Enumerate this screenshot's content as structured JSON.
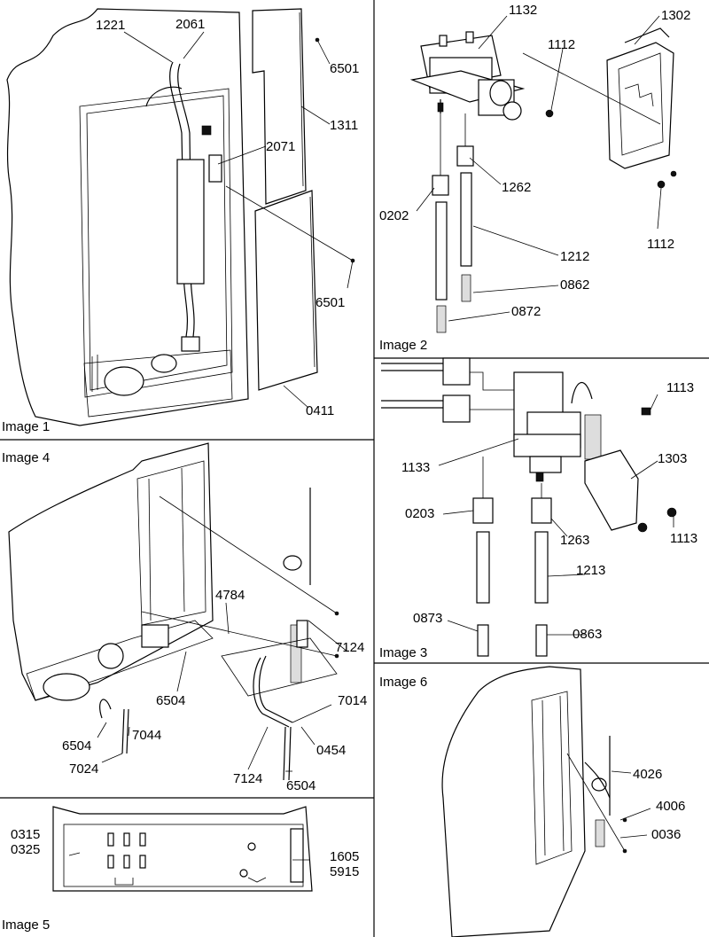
{
  "panels": [
    {
      "title": "Image 1",
      "callouts": [
        "1221",
        "2061",
        "6501",
        "1311",
        "2071",
        "6501",
        "0411"
      ]
    },
    {
      "title": "Image 2",
      "callouts": [
        "1132",
        "1302",
        "1112",
        "1262",
        "0202",
        "1212",
        "1112",
        "0862",
        "0872"
      ]
    },
    {
      "title": "Image 3",
      "callouts": [
        "1113",
        "1303",
        "1133",
        "1113",
        "0203",
        "1263",
        "1213",
        "0873",
        "0863"
      ]
    },
    {
      "title": "Image 4",
      "callouts": [
        "4784",
        "7124",
        "6504",
        "7014",
        "6504",
        "7044",
        "0454",
        "7024",
        "7124",
        "6504"
      ]
    },
    {
      "title": "Image 5",
      "callouts": [
        "0315",
        "0325",
        "1605",
        "5915"
      ]
    },
    {
      "title": "Image 6",
      "callouts": [
        "4026",
        "4006",
        "0036"
      ]
    }
  ]
}
